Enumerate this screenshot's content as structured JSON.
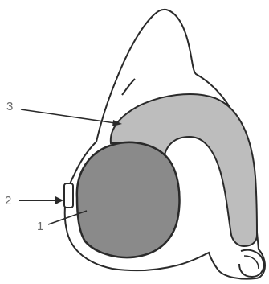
{
  "labels": {
    "label_1": "1",
    "label_2": "2",
    "label_3": "3"
  },
  "colors": {
    "outline": "#2a2a2a",
    "structure_1_fill": "#8a8a8a",
    "structure_3_fill": "#bdbdbd",
    "structure_2_fill": "#ffffff",
    "background": "#ffffff"
  }
}
